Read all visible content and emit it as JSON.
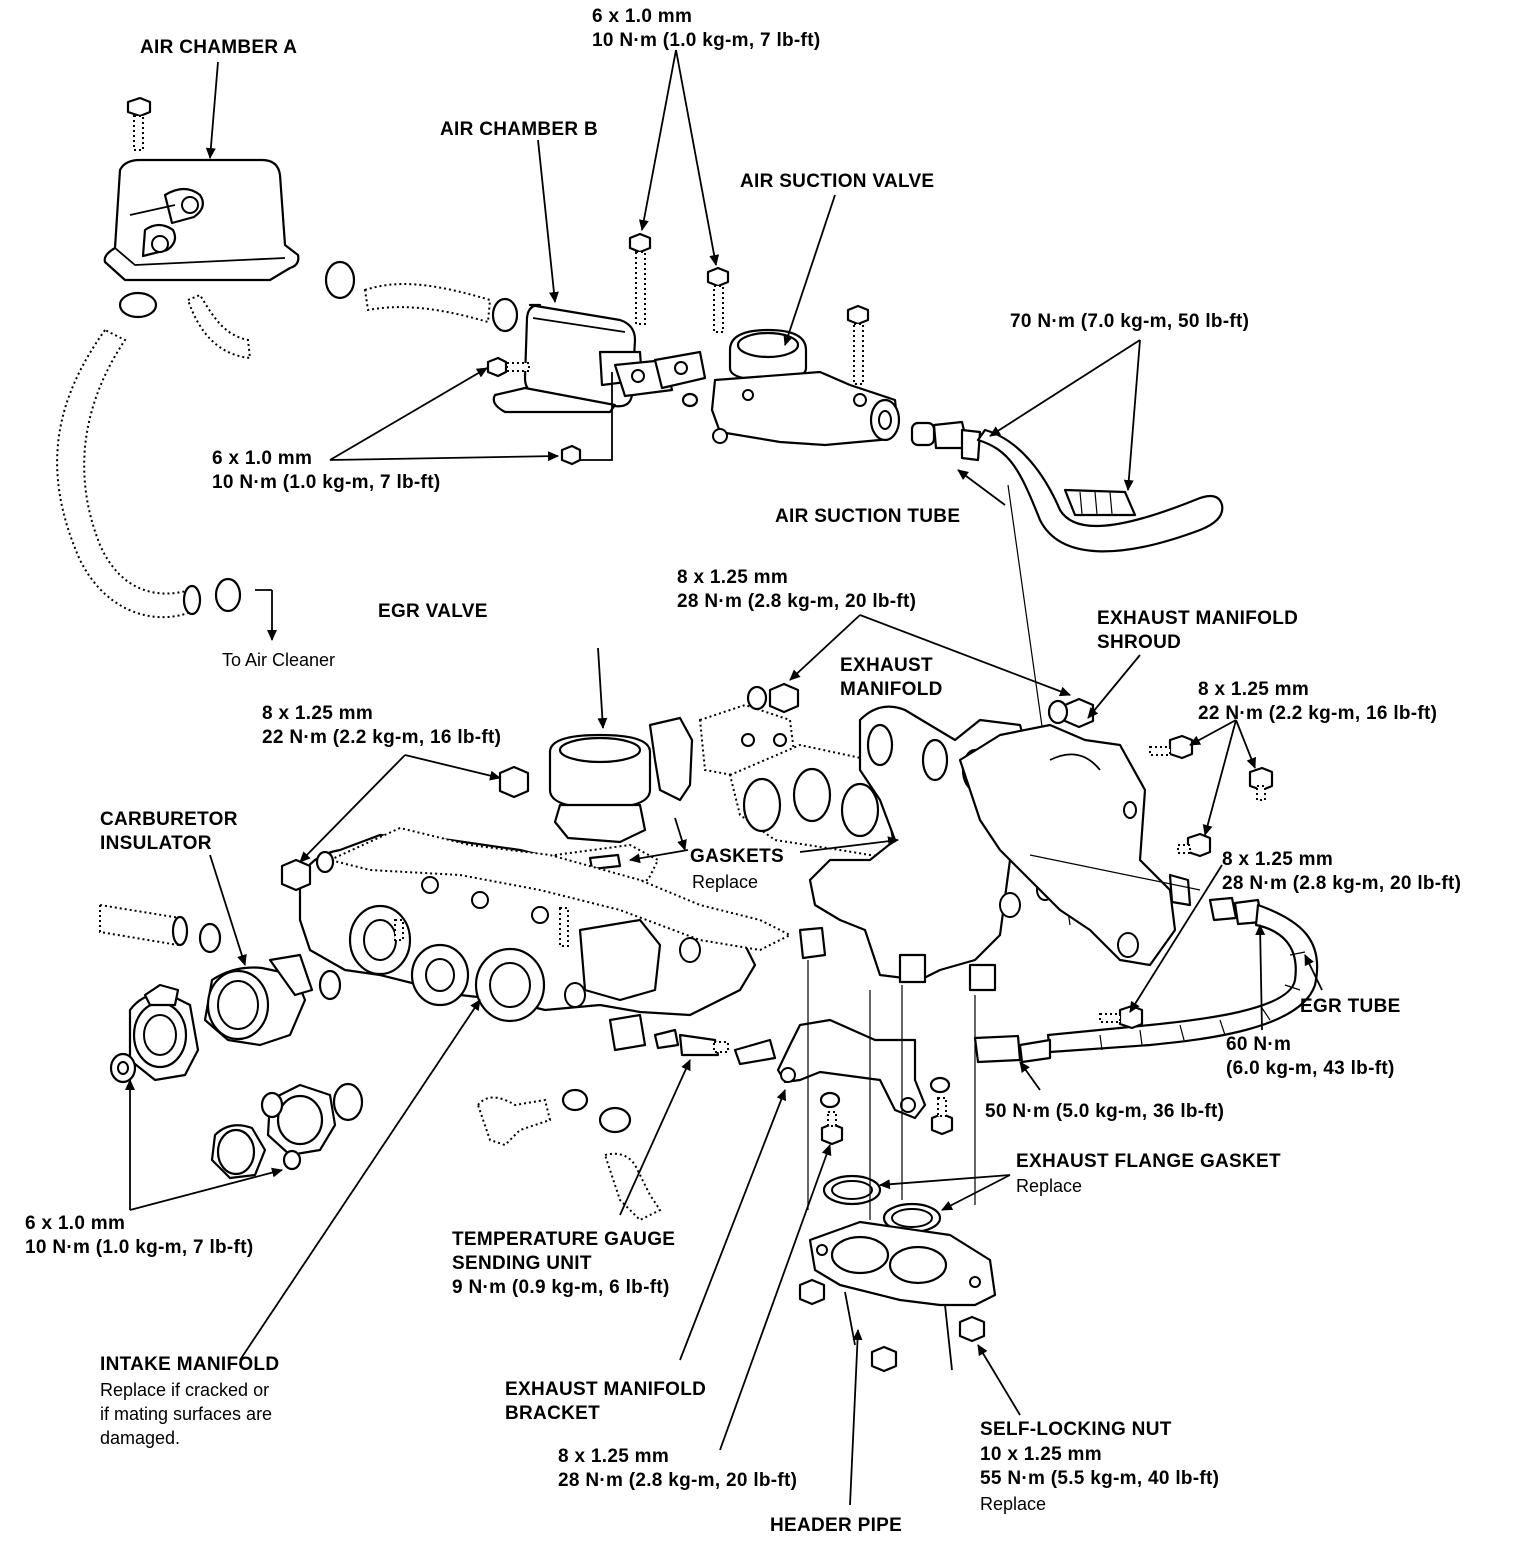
{
  "labels": {
    "air_chamber_a": "AIR CHAMBER A",
    "bolt_top": [
      "6 x 1.0 mm",
      "10 N·m (1.0 kg-m, 7 lb-ft)"
    ],
    "air_chamber_b": "AIR CHAMBER B",
    "air_suction_valve": "AIR SUCTION VALVE",
    "torque_70": "70 N·m (7.0 kg-m, 50 lb-ft)",
    "bolt_chamber_b": [
      "6 x 1.0 mm",
      "10 N·m (1.0 kg-m, 7 lb-ft)"
    ],
    "air_suction_tube": "AIR SUCTION TUBE",
    "bolt_egr_upper": [
      "8 x 1.25 mm",
      "28 N·m (2.8 kg-m, 20 lb-ft)"
    ],
    "egr_valve": "EGR VALVE",
    "to_air_cleaner": "To Air Cleaner",
    "exhaust_manifold_shroud": [
      "EXHAUST MANIFOLD",
      "SHROUD"
    ],
    "exhaust_manifold": [
      "EXHAUST",
      "MANIFOLD"
    ],
    "bolt_shroud": [
      "8 x 1.25 mm",
      "22 N·m (2.2 kg-m, 16 lb-ft)"
    ],
    "bolt_intake_upper": [
      "8 x 1.25 mm",
      "22 N·m (2.2 kg-m, 16 lb-ft)"
    ],
    "carburetor_insulator": [
      "CARBURETOR",
      "INSULATOR"
    ],
    "gaskets": "GASKETS",
    "gaskets_replace": "Replace",
    "bolt_egr_tube": [
      "8 x 1.25 mm",
      "28 N·m (2.8 kg-m, 20 lb-ft)"
    ],
    "egr_tube": "EGR TUBE",
    "torque_60": [
      "60 N·m",
      "(6.0 kg-m, 43 lb-ft)"
    ],
    "torque_50": "50 N·m (5.0 kg-m, 36 lb-ft)",
    "exhaust_flange_gasket": "EXHAUST FLANGE GASKET",
    "exhaust_flange_gasket_replace": "Replace",
    "bolt_insulator": [
      "6 x 1.0 mm",
      "10 N·m (1.0 kg-m, 7 lb-ft)"
    ],
    "temp_gauge": [
      "TEMPERATURE GAUGE",
      "SENDING UNIT",
      "9 N·m (0.9 kg-m, 6 lb-ft)"
    ],
    "intake_manifold": "INTAKE MANIFOLD",
    "intake_manifold_note": [
      "Replace if cracked or",
      "if mating surfaces are",
      "damaged."
    ],
    "exhaust_manifold_bracket": [
      "EXHAUST MANIFOLD",
      "BRACKET"
    ],
    "bolt_bracket": [
      "8 x 1.25 mm",
      "28 N·m (2.8 kg-m, 20 lb-ft)"
    ],
    "self_locking_nut": "SELF-LOCKING NUT",
    "self_locking_nut_spec": [
      "10 x 1.25 mm",
      "55 N·m (5.5 kg-m, 40 lb-ft)"
    ],
    "self_locking_nut_replace": "Replace",
    "header_pipe": "HEADER PIPE"
  }
}
